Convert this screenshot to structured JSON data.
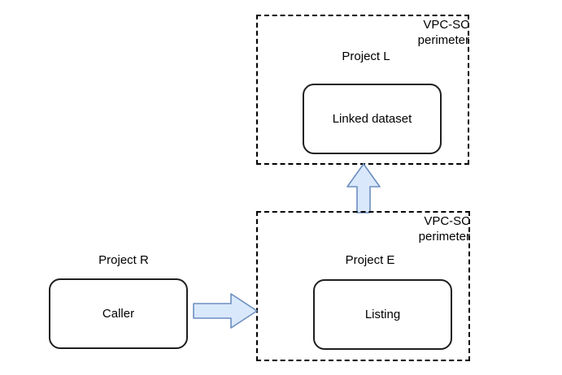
{
  "diagram": {
    "title": "VPC-SC perimeter data sharing flow",
    "background_color": "#ffffff",
    "perimeters": [
      {
        "id": "top",
        "vpc_label_line1": "VPC-SC",
        "vpc_label_line2": "perimeter",
        "project_label": "Project L",
        "border_style": "dashed",
        "border_color": "#000000",
        "node": "Linked dataset"
      },
      {
        "id": "bottom",
        "vpc_label_line1": "VPC-SC",
        "vpc_label_line2": "perimeter",
        "project_label": "Project E",
        "border_style": "dashed",
        "border_color": "#000000",
        "node": "Listing"
      }
    ],
    "nodes": [
      {
        "id": "linked-dataset",
        "label": "Linked dataset",
        "fill": "#ffffff",
        "stroke": "#1f1f1f"
      },
      {
        "id": "listing",
        "label": "Listing",
        "fill": "#ffffff",
        "stroke": "#1f1f1f"
      },
      {
        "id": "caller",
        "label": "Caller",
        "fill": "#ffffff",
        "stroke": "#1f1f1f"
      }
    ],
    "standalone": {
      "project_label": "Project R",
      "node_label": "Caller"
    },
    "arrows": [
      {
        "id": "caller-to-listing",
        "direction": "right",
        "from": "Caller",
        "to": "Listing",
        "fill": "#dae8fc",
        "stroke": "#6c8ebf"
      },
      {
        "id": "listing-to-linked-dataset",
        "direction": "up",
        "from": "Listing",
        "to": "Linked dataset",
        "fill": "#dae8fc",
        "stroke": "#6c8ebf"
      }
    ],
    "colors": {
      "arrow_fill": "#dae8fc",
      "arrow_stroke": "#6c8ebf",
      "node_stroke": "#1f1f1f",
      "perimeter_stroke": "#000000",
      "text": "#000000"
    }
  }
}
